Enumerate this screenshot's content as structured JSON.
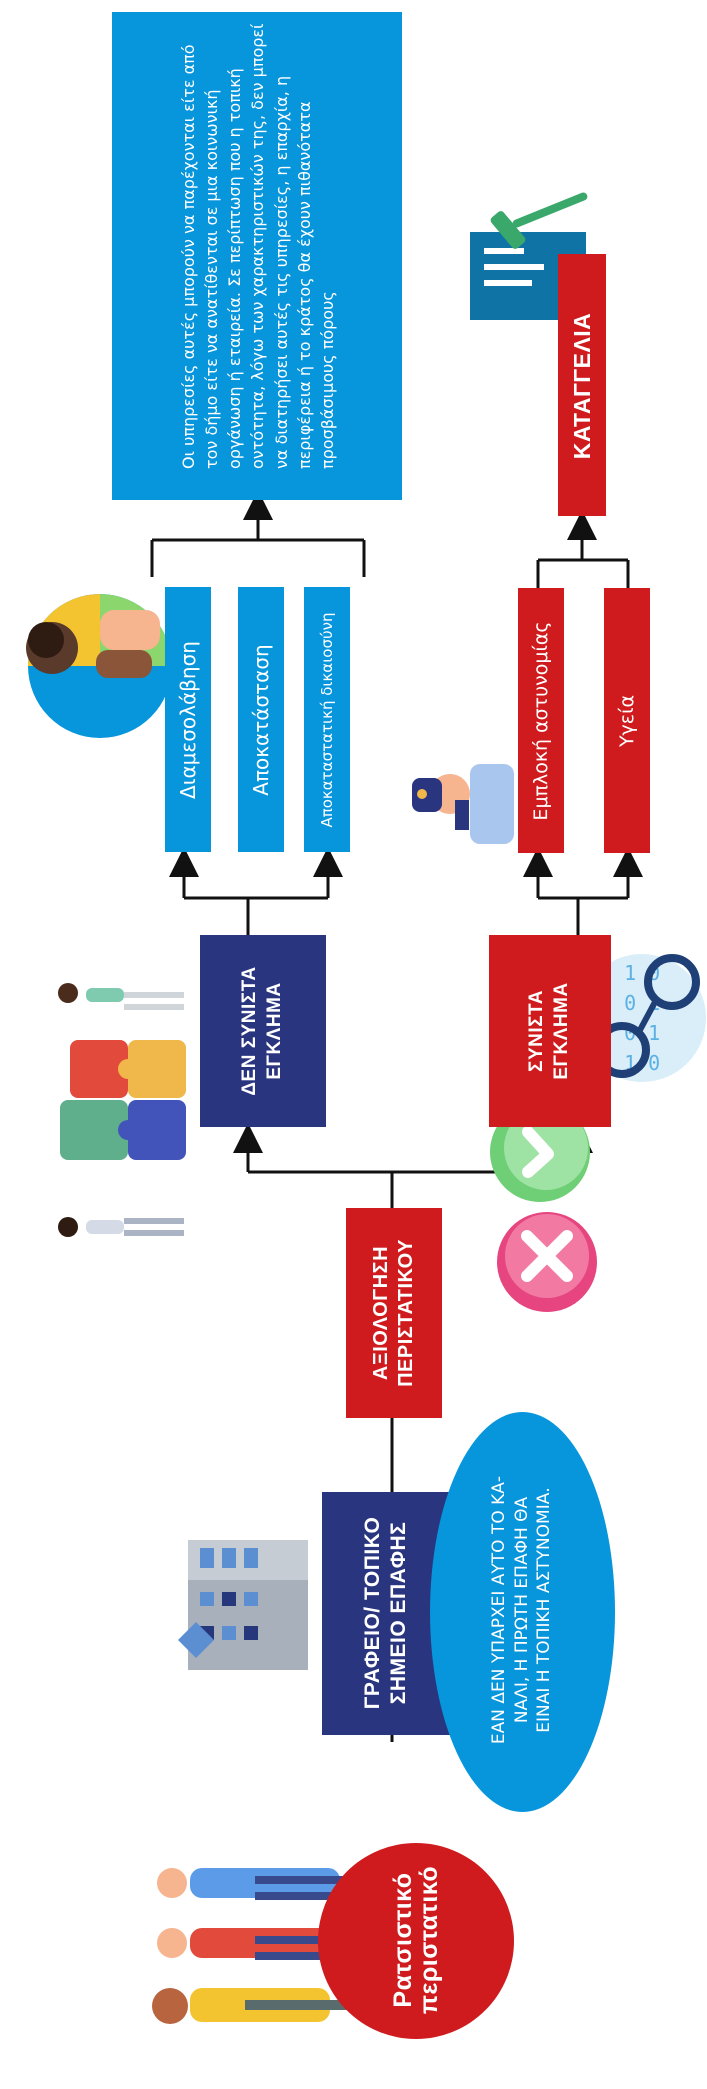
{
  "start": {
    "label": "Ρατσιστικό περιστατικό"
  },
  "office": {
    "label": "ΓΡΑΦΕΙΟ/ ΤΟΠΙΚΟ ΣΗΜΕΙΟ ΕΠΑΦΗΣ"
  },
  "assessment": {
    "label": "ΑΞΙΟΛΟΓΗΣΗ ΠΕΡΙΣΤΑΤΙΚΟΥ"
  },
  "note": {
    "text": "ΕΑΝ ΔΕΝ ΥΠΑΡΧΕΙ ΑΥΤΟ ΤΟ ΚΑ-ΝΑΛΙ, Η ΠΡΩΤΗ ΕΠΑΦΗ ΘΑ ΕΙΝΑΙ Η ΤΟΠΙΚΗ ΑΣΤΥΝΟΜΙΑ."
  },
  "no_crime": {
    "label": "ΔΕΝ ΣΥΝΙΣΤΑ ΕΓΚΛΗΜΑ",
    "options": [
      "Διαμεσολάβηση",
      "Αποκατάσταση",
      "Αποκαταστατική δικαιοσύνη"
    ],
    "info": "Οι υπηρεσίες αυτές μπορούν να παρέχονται είτε από τον δήμο είτε να ανατίθενται σε μια κοινωνική οργάνωση ή εταιρεία. Σε περίπτωση που η τοπική οντότητα, λόγω των χαρακτηριστικών της, δεν μπορεί να διατηρήσει αυτές τις υπηρεσίες, η επαρχία, η περιφέρεια ή το κράτος θα έχουν πιθανότατα προσβάσιμους πόρους"
  },
  "crime": {
    "label": "ΣΥΝΙΣΤΑ ΕΓΚΛΗΜΑ",
    "options": [
      "Εμπλοκή αστυνομίας",
      "Υγεία"
    ],
    "result": "ΚΑΤΑΓΓΕΛΙΑ"
  },
  "colors": {
    "red": "#cf1b1e",
    "navy": "#2a3580",
    "blue": "#0795dc",
    "line": "#111111"
  }
}
